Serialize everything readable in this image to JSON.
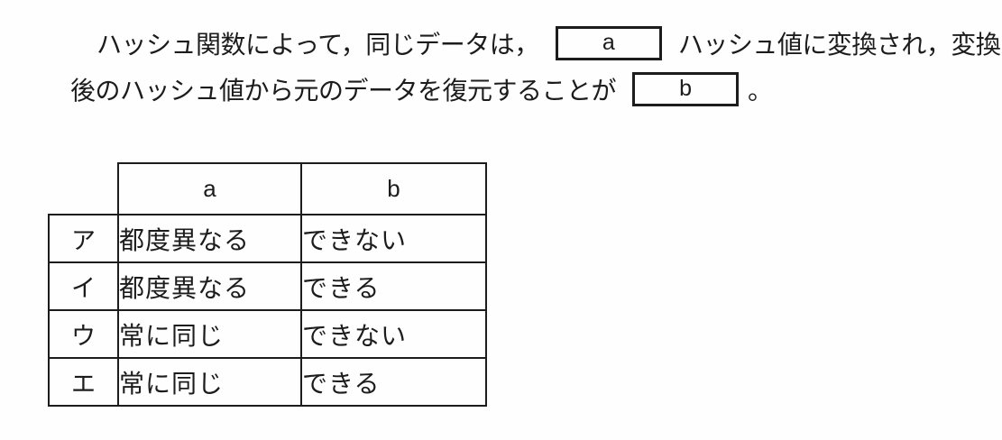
{
  "question": {
    "line1_before_box": "ハッシュ関数によって，同じデータは，",
    "box_a_label": "a",
    "line1_after_box": "ハッシュ値に変換され，変換",
    "line2_before_box": "後のハッシュ値から元のデータを復元することが",
    "box_b_label": "b",
    "line2_after_box": "。"
  },
  "table": {
    "corner_label": "",
    "col_a_header": "a",
    "col_b_header": "b",
    "rows": [
      {
        "label": "ア",
        "a": "都度異なる",
        "b": "できない"
      },
      {
        "label": "イ",
        "a": "都度異なる",
        "b": "できる"
      },
      {
        "label": "ウ",
        "a": "常に同じ",
        "b": "できない"
      },
      {
        "label": "エ",
        "a": "常に同じ",
        "b": "できる"
      }
    ]
  },
  "colors": {
    "ink": "#1c1c1c",
    "background": "#fefefe"
  }
}
